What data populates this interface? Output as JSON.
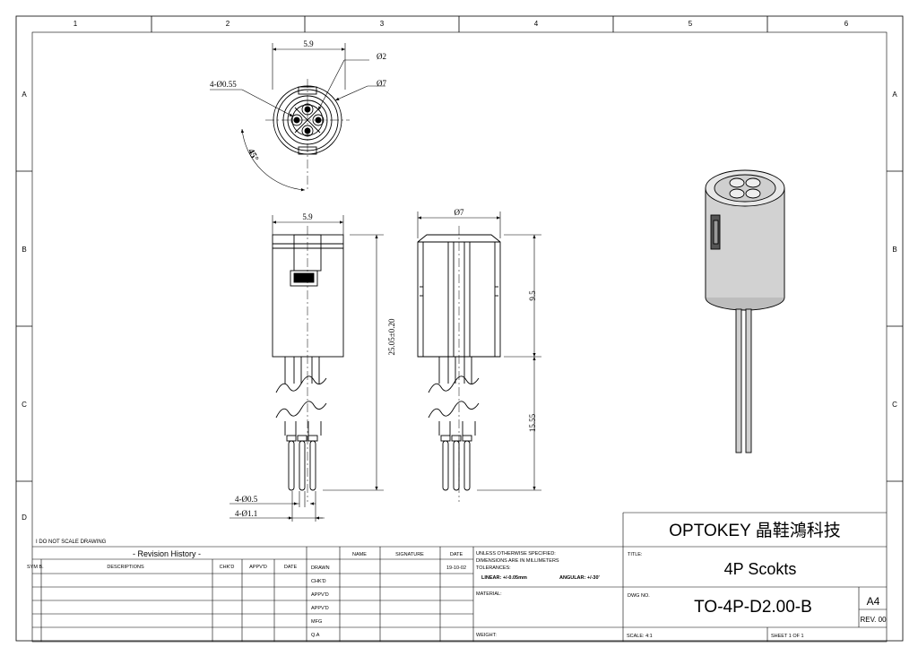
{
  "frame": {
    "columns": [
      "1",
      "2",
      "3",
      "4",
      "5",
      "6"
    ],
    "rows": [
      "A",
      "B",
      "C",
      "D"
    ]
  },
  "views": {
    "top": {
      "width": "5.9",
      "hole_dia": "4-Ø0.55",
      "inner_dia": "Ø2",
      "outer_dia": "Ø7",
      "angle": "45°"
    },
    "front": {
      "width": "5.9",
      "total_length": "25.05±0.20",
      "pin_dia": "4-Ø0.5",
      "pin_shoulder": "4-Ø1.1"
    },
    "side": {
      "diameter": "Ø7",
      "body_length": "9.5",
      "pin_length": "15.55"
    }
  },
  "note_scale": "I DO NOT SCALE DRAWING",
  "revision": {
    "title": "- Revision History -",
    "headers": [
      "SYM B.",
      "DESCRIPTIONS",
      "CHK'D",
      "APPV'D",
      "DATE"
    ]
  },
  "signoff": {
    "headers": [
      "NAME",
      "SIGNATURE",
      "DATE"
    ],
    "rows": [
      {
        "role": "DRAWN",
        "date": "19-10-02"
      },
      {
        "role": "CHK'D",
        "date": ""
      },
      {
        "role": "APPV'D",
        "date": ""
      },
      {
        "role": "APPV'D",
        "date": ""
      },
      {
        "role": "MFG",
        "date": ""
      },
      {
        "role": "Q.A",
        "date": ""
      }
    ]
  },
  "specs": {
    "unless1": "UNLESS OTHERWISE SPECIFIED:",
    "unless2": "DIMENSIONS ARE IN MILLIMETERS",
    "tolerances": "TOLERANCES:",
    "linear": "LINEAR: +/-0.05mm",
    "angular": "ANGULAR: +/-30'",
    "material": "MATERIAL:",
    "weight": "WEIGHT:"
  },
  "company": "OPTOKEY  晶鞋鴻科技",
  "title_label": "TITLE:",
  "title": "4P  Scokts",
  "dwg_label": "DWG NO.",
  "dwg_no": "TO-4P-D2.00-B",
  "size": "A4",
  "rev": "REV. 00",
  "scale": "SCALE: 4:1",
  "sheet": "SHEET 1 OF 1"
}
